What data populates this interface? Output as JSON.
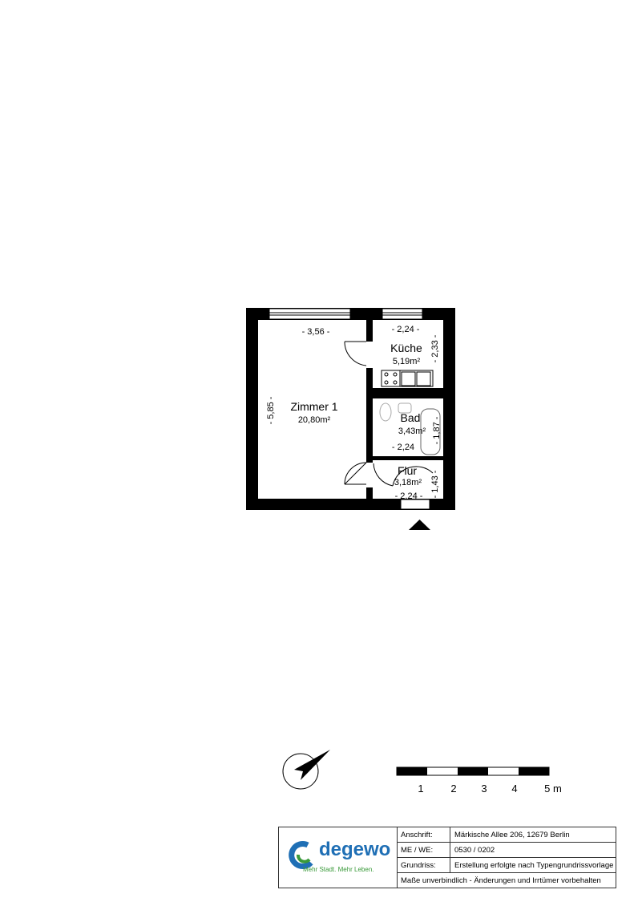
{
  "rooms": [
    {
      "name": "Zimmer 1",
      "area": "20,80m²",
      "width": "- 3,56 -",
      "depth": "- 5,85 -"
    },
    {
      "name": "Küche",
      "area": "5,19m²",
      "width": "- 2,24 -",
      "depth": "- 2,33 -"
    },
    {
      "name": "Bad",
      "area": "3,43m²",
      "width": "- 2,24",
      "depth": "- 1,87 -"
    },
    {
      "name": "Flur",
      "area": "3,18m²",
      "width": "- 2,24 -",
      "depth": "- 1,43 -"
    }
  ],
  "scale": {
    "labels": [
      "1",
      "2",
      "3",
      "4",
      "5 m"
    ]
  },
  "info": {
    "logo_name": "degewo",
    "logo_slogan": "Mehr Stadt. Mehr Leben.",
    "rows": [
      {
        "label": "Anschrift:",
        "value": "Märkische Allee 206, 12679 Berlin"
      },
      {
        "label": "ME / WE:",
        "value": "0530 / 0202"
      },
      {
        "label": "Grundriss:",
        "value": "Erstellung erfolgte nach Typengrundrissvorlage"
      }
    ],
    "disclaimer": "Maße unverbindlich - Änderungen und Irrtümer vorbehalten"
  },
  "colors": {
    "brand_blue": "#1f6fb5",
    "brand_green": "#3a9a3a"
  }
}
